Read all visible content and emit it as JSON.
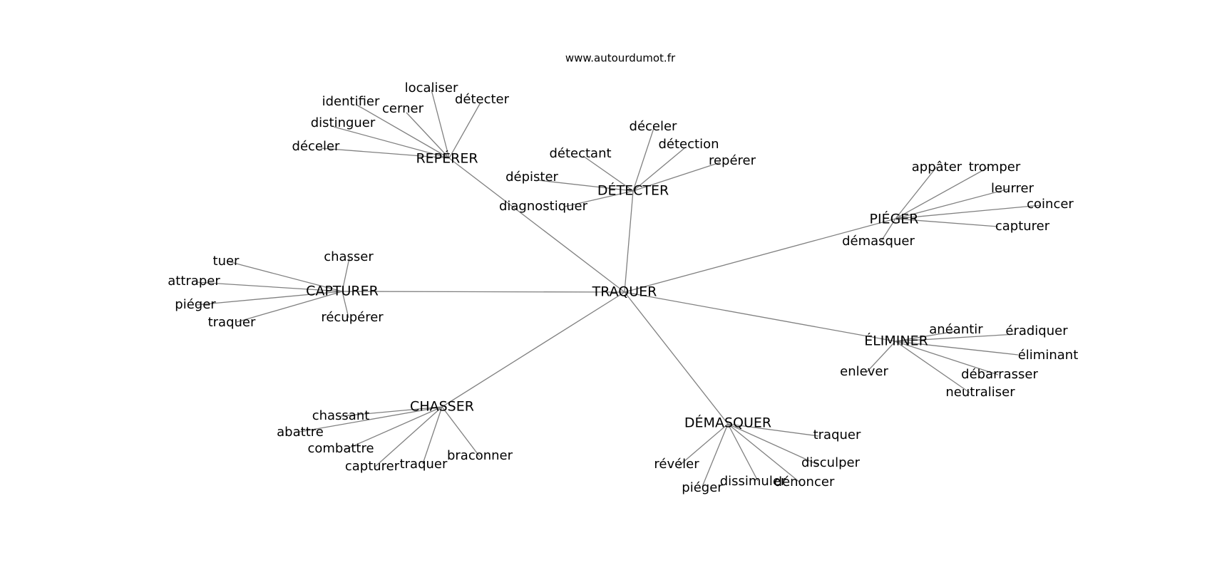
{
  "source": "www.autourdumot.fr",
  "root": "TRAQUER",
  "groups": [
    {
      "id": "reperer",
      "label": "REPÉRER",
      "children": [
        "localiser",
        "identifier",
        "cerner",
        "détecter",
        "distinguer",
        "déceler"
      ]
    },
    {
      "id": "detecter",
      "label": "DÉTECTER",
      "children": [
        "déceler",
        "détection",
        "détectant",
        "repérer",
        "dépister",
        "diagnostiquer"
      ]
    },
    {
      "id": "pieger",
      "label": "PIÉGER",
      "children": [
        "appâter",
        "tromper",
        "leurrer",
        "coincer",
        "capturer",
        "démasquer"
      ]
    },
    {
      "id": "capturer",
      "label": "CAPTURER",
      "children": [
        "chasser",
        "tuer",
        "attraper",
        "piéger",
        "traquer",
        "récupérer"
      ]
    },
    {
      "id": "eliminer",
      "label": "ÉLIMINER",
      "children": [
        "anéantir",
        "éradiquer",
        "éliminant",
        "enlever",
        "débarrasser",
        "neutraliser"
      ]
    },
    {
      "id": "chasser",
      "label": "CHASSER",
      "children": [
        "chassant",
        "abattre",
        "combattre",
        "capturer",
        "traquer",
        "braconner"
      ]
    },
    {
      "id": "demasquer",
      "label": "DÉMASQUER",
      "children": [
        "traquer",
        "disculper",
        "révéler",
        "dissimuler",
        "dénoncer",
        "piéger"
      ]
    }
  ]
}
